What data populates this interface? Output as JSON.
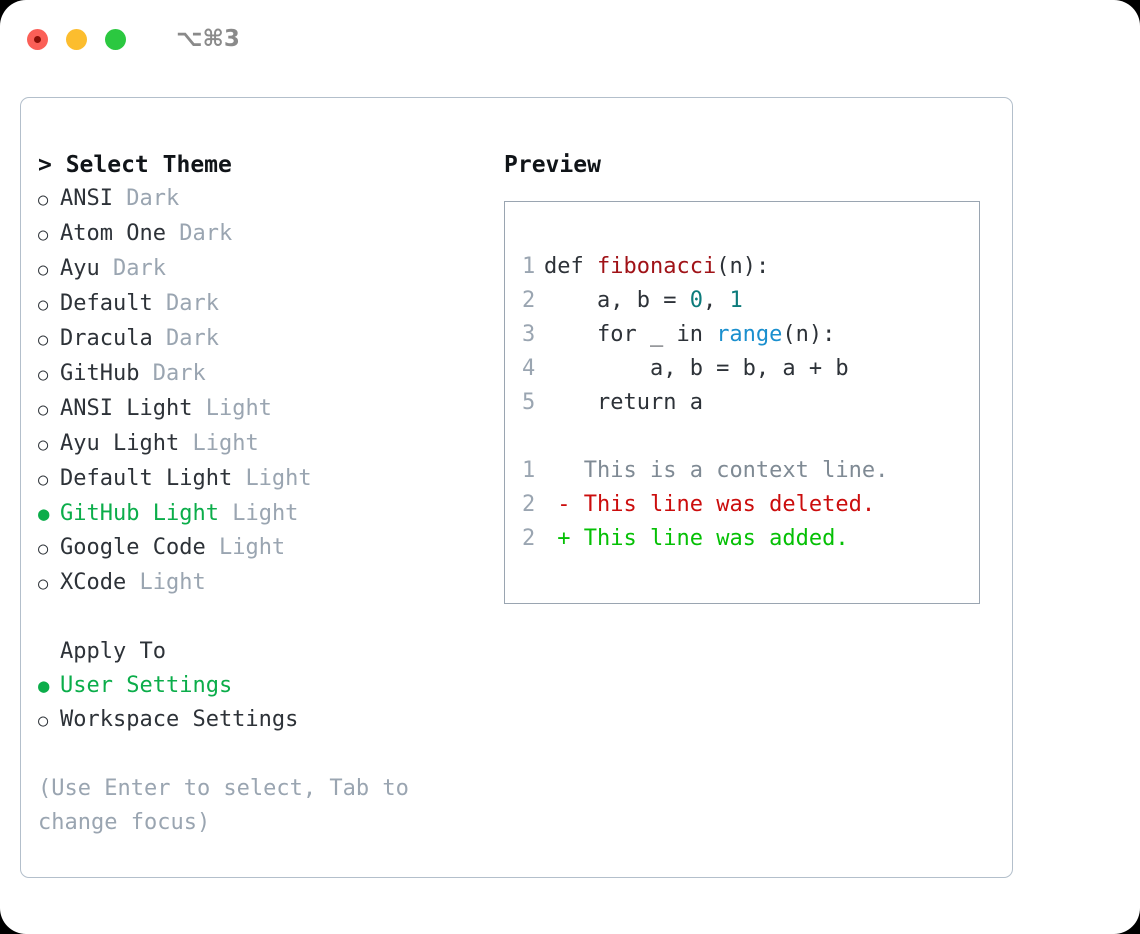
{
  "window": {
    "shortcut": "⌥⌘3",
    "traffic_lights": [
      "close-red",
      "minimize-yellow",
      "maximize-green"
    ],
    "colors": {
      "red": "#fb5f57",
      "yellow": "#fcbd2e",
      "green": "#2bc840",
      "accent_green": "#0bad4a",
      "muted": "#9aa5b1",
      "text": "#2d3238",
      "border": "#b3bfcb"
    }
  },
  "theme_list": {
    "title": "> Select Theme",
    "items": [
      {
        "marker": "○",
        "name": "ANSI",
        "variant": "Dark",
        "selected": false
      },
      {
        "marker": "○",
        "name": "Atom One",
        "variant": "Dark",
        "selected": false
      },
      {
        "marker": "○",
        "name": "Ayu",
        "variant": "Dark",
        "selected": false
      },
      {
        "marker": "○",
        "name": "Default",
        "variant": "Dark",
        "selected": false
      },
      {
        "marker": "○",
        "name": "Dracula",
        "variant": "Dark",
        "selected": false
      },
      {
        "marker": "○",
        "name": "GitHub",
        "variant": "Dark",
        "selected": false
      },
      {
        "marker": "○",
        "name": "ANSI Light",
        "variant": "Light",
        "selected": false
      },
      {
        "marker": "○",
        "name": "Ayu Light",
        "variant": "Light",
        "selected": false
      },
      {
        "marker": "○",
        "name": "Default Light",
        "variant": "Light",
        "selected": false
      },
      {
        "marker": "●",
        "name": "GitHub Light",
        "variant": "Light",
        "selected": true
      },
      {
        "marker": "○",
        "name": "Google Code",
        "variant": "Light",
        "selected": false
      },
      {
        "marker": "○",
        "name": "XCode",
        "variant": "Light",
        "selected": false
      }
    ]
  },
  "apply_to": {
    "title": "Apply To",
    "items": [
      {
        "marker": "●",
        "name": "User Settings",
        "selected": true
      },
      {
        "marker": "○",
        "name": "Workspace Settings",
        "selected": false
      }
    ]
  },
  "hint": "(Use Enter to select, Tab to change focus)",
  "preview": {
    "title": "Preview",
    "code_lines": [
      {
        "n": "1",
        "tokens": [
          {
            "t": "def ",
            "c": "plain"
          },
          {
            "t": "fibonacci",
            "c": "fn"
          },
          {
            "t": "(n):",
            "c": "plain"
          }
        ]
      },
      {
        "n": "2",
        "tokens": [
          {
            "t": "    a, b = ",
            "c": "plain"
          },
          {
            "t": "0",
            "c": "num"
          },
          {
            "t": ", ",
            "c": "plain"
          },
          {
            "t": "1",
            "c": "num"
          }
        ]
      },
      {
        "n": "3",
        "tokens": [
          {
            "t": "    for _ in ",
            "c": "plain"
          },
          {
            "t": "range",
            "c": "call"
          },
          {
            "t": "(n):",
            "c": "plain"
          }
        ]
      },
      {
        "n": "4",
        "tokens": [
          {
            "t": "        a, b = b, a + b",
            "c": "plain"
          }
        ]
      },
      {
        "n": "5",
        "tokens": [
          {
            "t": "    return a",
            "c": "plain"
          }
        ]
      }
    ],
    "diff_lines": [
      {
        "n": "1",
        "sign": " ",
        "text": " This is a context line.",
        "kind": "ctx"
      },
      {
        "n": "2",
        "sign": "-",
        "text": " This line was deleted.",
        "kind": "del"
      },
      {
        "n": "2",
        "sign": "+",
        "text": " This line was added.",
        "kind": "add"
      }
    ]
  }
}
